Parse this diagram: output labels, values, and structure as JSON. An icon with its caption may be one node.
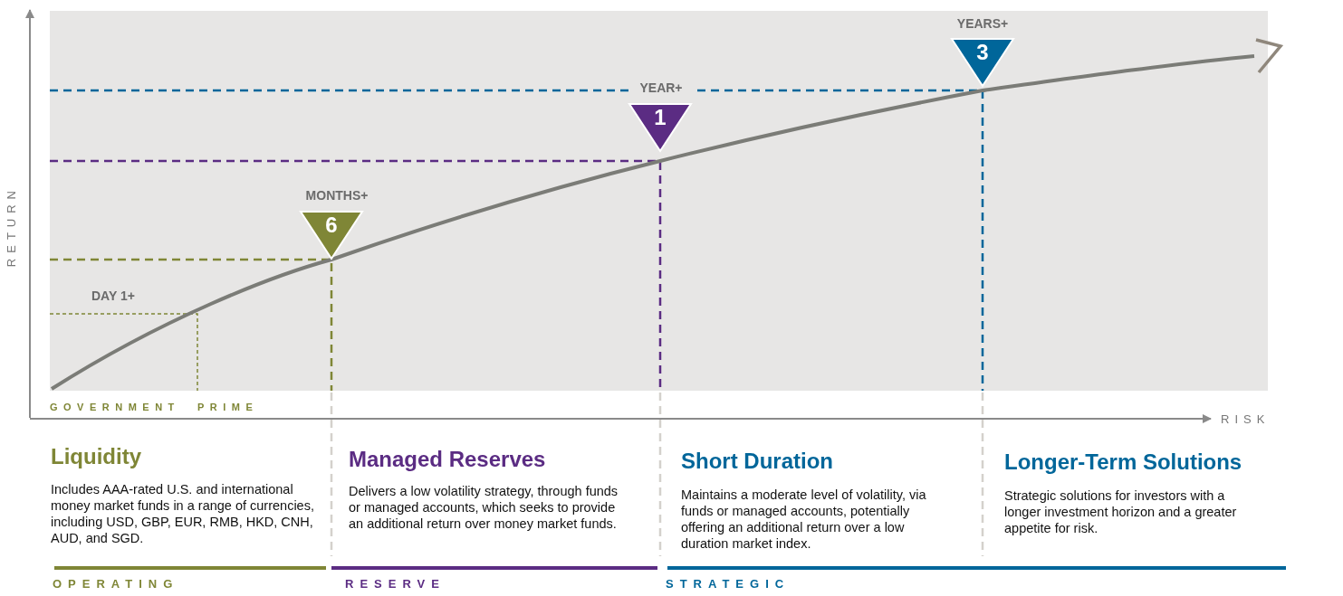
{
  "diagram": {
    "nodes": [
      {
        "text": [
          "6"
        ],
        "beside": [
          "MONTHS+"
        ]
      },
      {
        "text": [
          "1"
        ],
        "beside": [
          "YEAR+"
        ]
      },
      {
        "text": [
          "3"
        ],
        "beside": [
          "YEARS+"
        ]
      }
    ],
    "labels": [
      "RETURN",
      "DAY 1+",
      "GOVERNMENT",
      "PRIME",
      "RISK",
      "Liquidity",
      "Includes AAA-rated U.S. and international money market funds in a range of currencies, including USD, GBP, EUR, RMB, HKD, CNH, AUD, and SGD.",
      "Managed Reserves",
      "Delivers a low volatility strategy, through funds or managed accounts, which seeks to provide an additional return over money market funds.",
      "Short Duration",
      "Maintains a moderate level of volatility, via funds or managed accounts, potentially offering an additional return over a low duration market index.",
      "Longer-Term Solutions",
      "Strategic solutions for investors with a longer investment horizon and a greater appetite for risk.",
      "OPERATING",
      "RESERVE",
      "STRATEGIC"
    ]
  }
}
